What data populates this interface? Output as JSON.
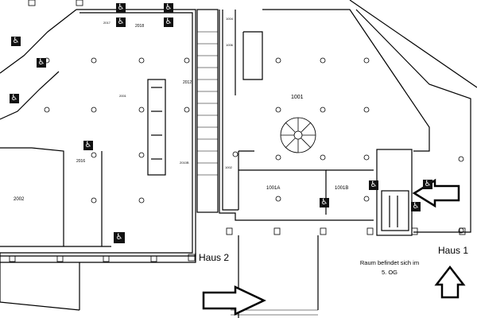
{
  "map": {
    "buildings": {
      "haus_2": "Haus 2",
      "haus_1": "Haus 1"
    },
    "note": {
      "line1": "Raum befindet sich im",
      "line2": "5. OG"
    },
    "rooms": {
      "r2001": "2001",
      "r2002": "2002",
      "r2016": "2016",
      "r2018": "2018",
      "r2012": "2012",
      "r2017": "2017",
      "r2010b": "2010B",
      "r1001": "1001",
      "r1001a": "1001A",
      "r1001b": "1001B",
      "r1002": "1002",
      "r1004": "1004",
      "r1006": "1006"
    },
    "icons": [
      "wheelchair-icon",
      "arrow-right-icon",
      "arrow-left-icon",
      "arrow-up-icon",
      "spiral-staircase-icon"
    ],
    "colors": {
      "line": "#000000",
      "background": "#ffffff"
    }
  }
}
